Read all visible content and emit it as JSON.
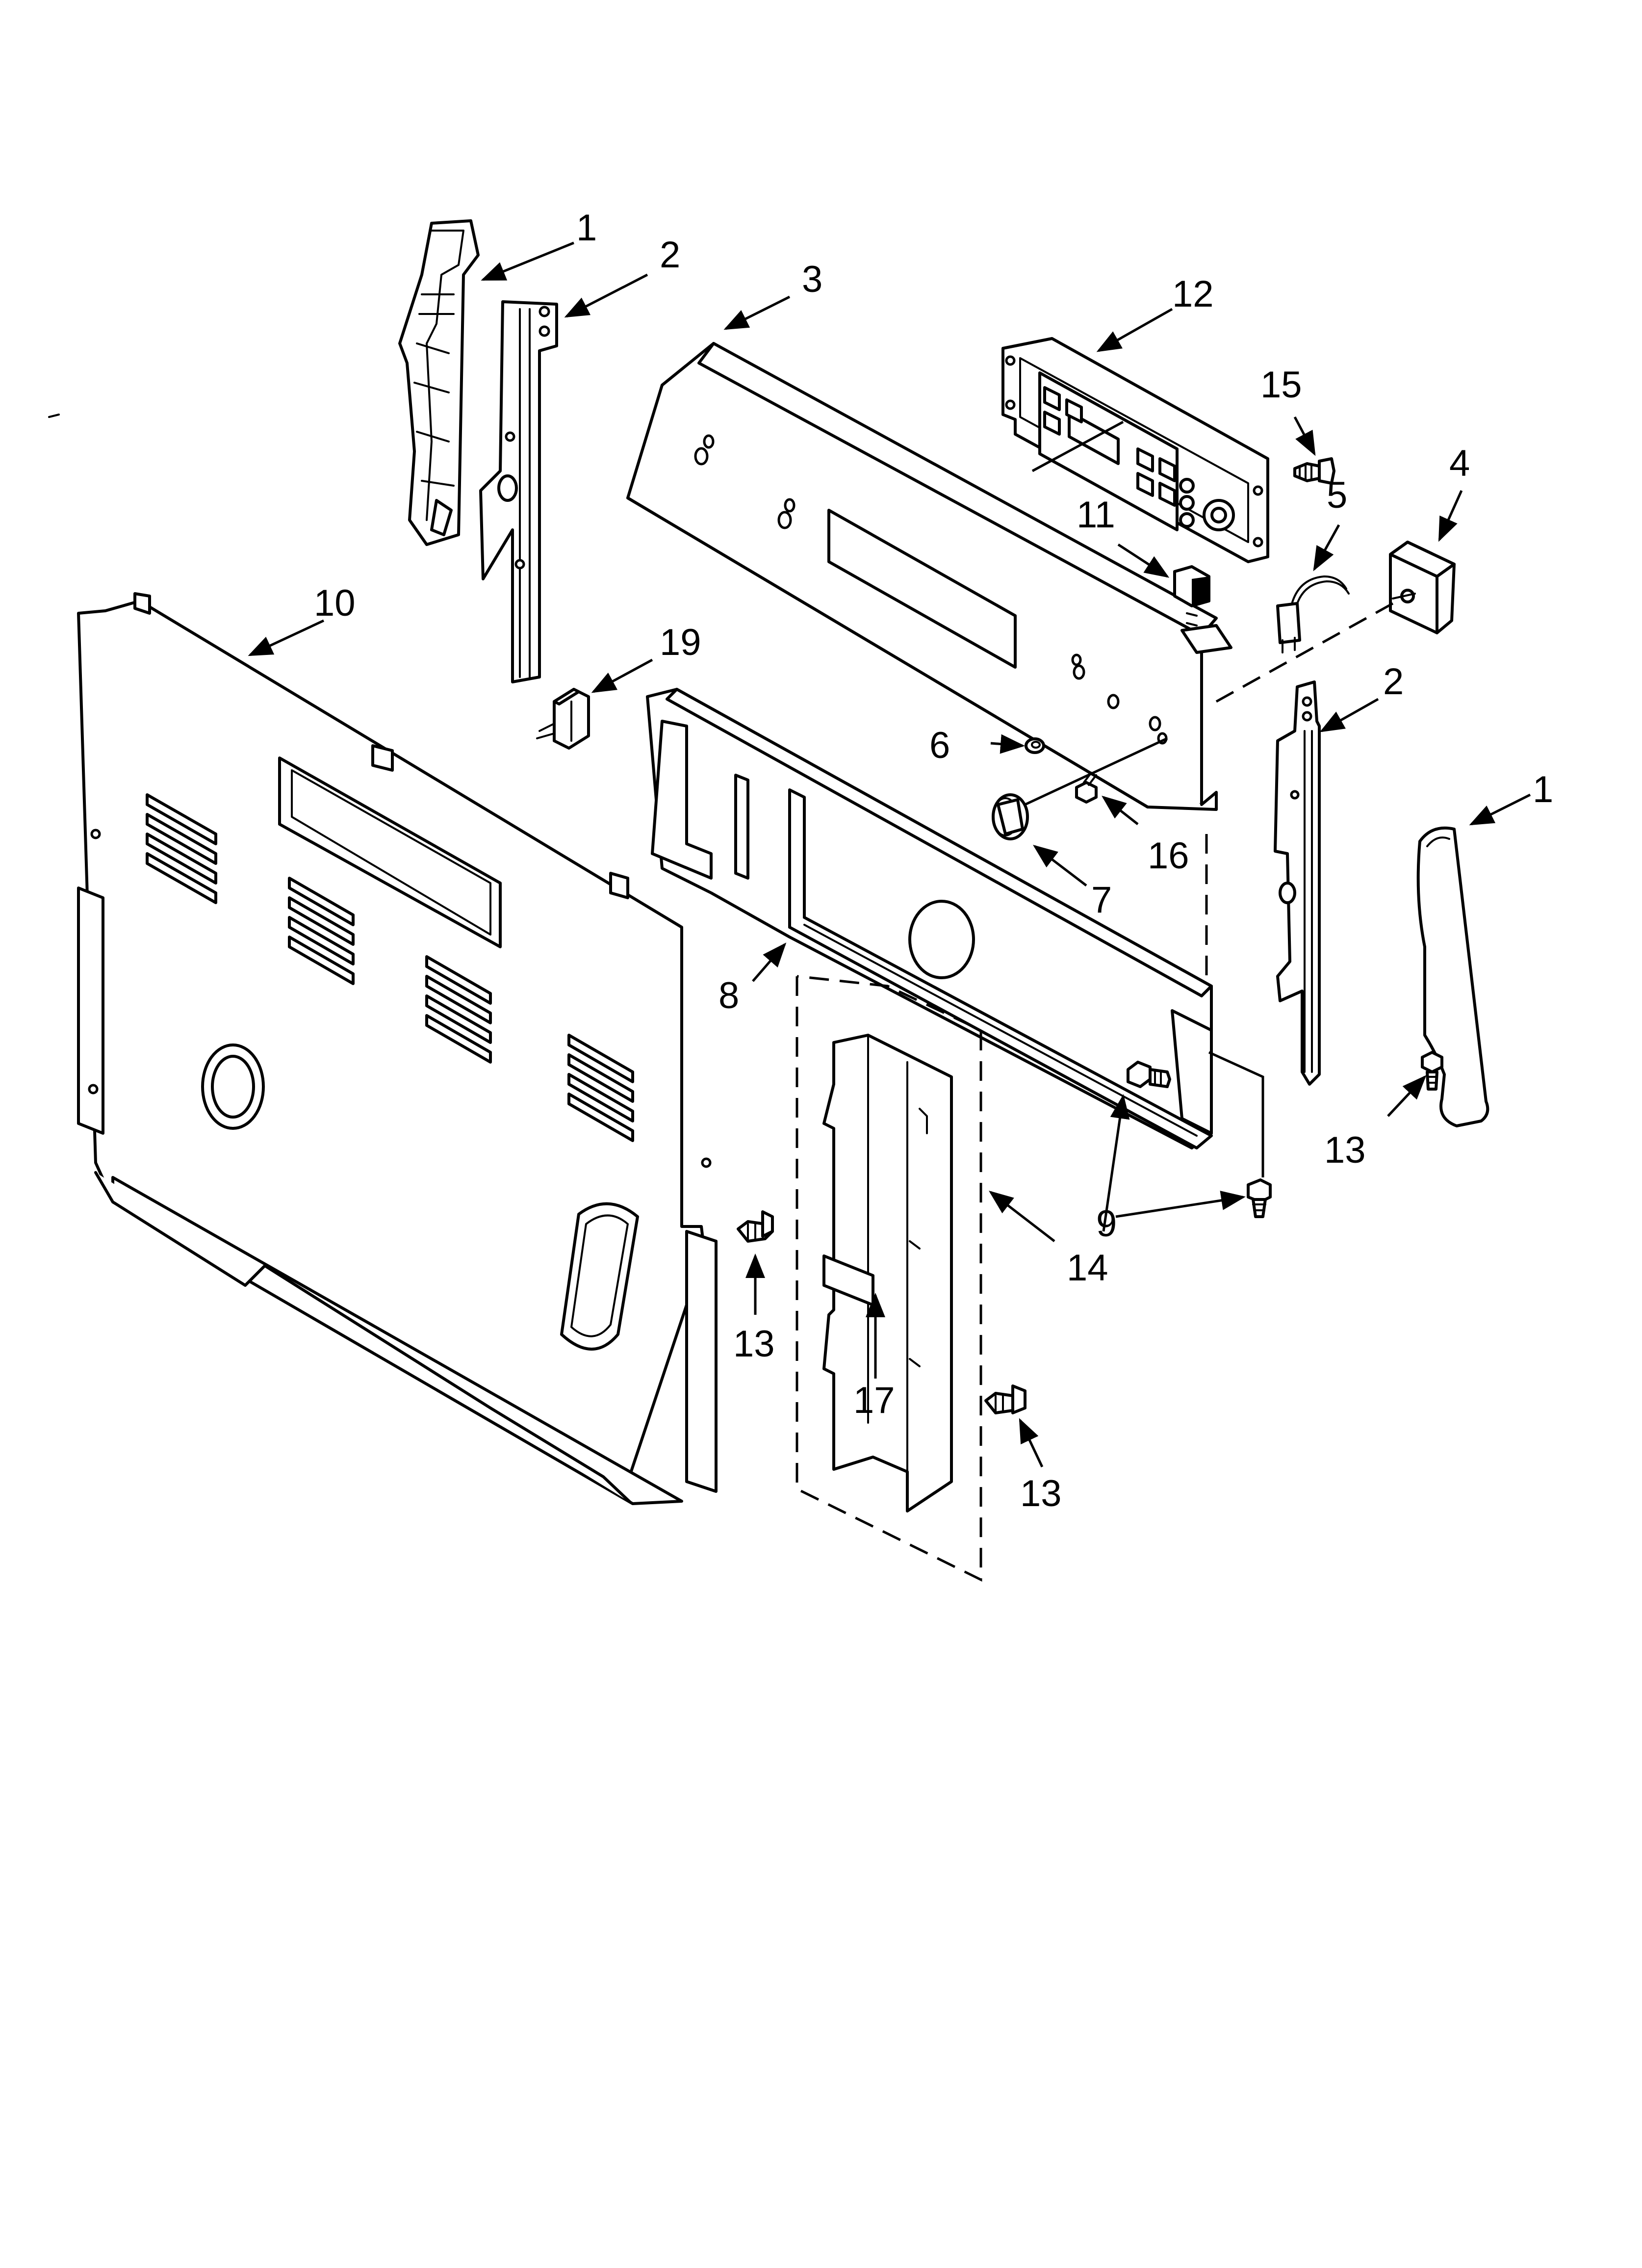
{
  "diagram": {
    "callouts": [
      {
        "id": "c1a",
        "text": "1"
      },
      {
        "id": "c1b",
        "text": "1"
      },
      {
        "id": "c2a",
        "text": "2"
      },
      {
        "id": "c2b",
        "text": "2"
      },
      {
        "id": "c3",
        "text": "3"
      },
      {
        "id": "c4",
        "text": "4"
      },
      {
        "id": "c5",
        "text": "5"
      },
      {
        "id": "c6",
        "text": "6"
      },
      {
        "id": "c7",
        "text": "7"
      },
      {
        "id": "c8",
        "text": "8"
      },
      {
        "id": "c9",
        "text": "9"
      },
      {
        "id": "c10",
        "text": "10"
      },
      {
        "id": "c11",
        "text": "11"
      },
      {
        "id": "c12",
        "text": "12"
      },
      {
        "id": "c13a",
        "text": "13"
      },
      {
        "id": "c13b",
        "text": "13"
      },
      {
        "id": "c13c",
        "text": "13"
      },
      {
        "id": "c14",
        "text": "14"
      },
      {
        "id": "c15",
        "text": "15"
      },
      {
        "id": "c16",
        "text": "16"
      },
      {
        "id": "c17",
        "text": "17"
      },
      {
        "id": "c19",
        "text": "19"
      }
    ]
  }
}
